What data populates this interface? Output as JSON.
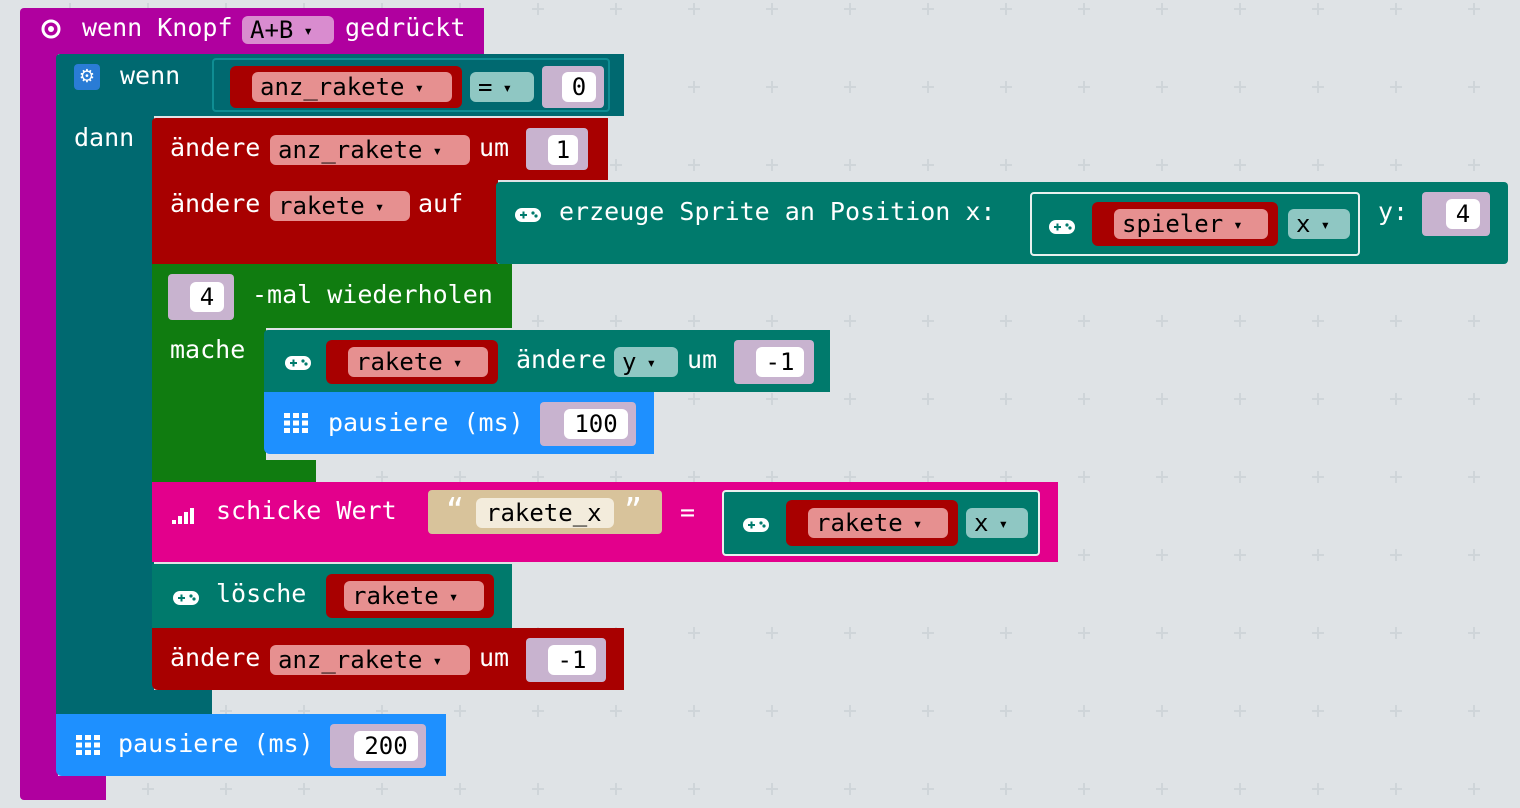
{
  "event": {
    "label_when": "wenn Knopf",
    "button_value": "A+B",
    "label_pressed": "gedrückt"
  },
  "if_block": {
    "label_if": "wenn",
    "label_then": "dann",
    "condition": {
      "variable": "anz_rakete",
      "operator": "=",
      "value": "0"
    }
  },
  "change_count": {
    "label": "ändere",
    "variable": "anz_rakete",
    "label_by": "um",
    "value": "1"
  },
  "set_rocket": {
    "label": "ändere",
    "variable": "rakete",
    "label_to": "auf",
    "create_label": "erzeuge Sprite an Position x:",
    "x_sprite": "spieler",
    "x_prop": "x",
    "y_label": "y:",
    "y_value": "4"
  },
  "repeat": {
    "times": "4",
    "label": "-mal wiederholen",
    "label_do": "mache"
  },
  "move_sprite": {
    "sprite": "rakete",
    "label": "ändere",
    "prop": "y",
    "label_by": "um",
    "value": "-1"
  },
  "pause_inner": {
    "label": "pausiere (ms)",
    "value": "100"
  },
  "send_value": {
    "label": "schicke Wert",
    "open_quote": "“",
    "name": "rakete_x",
    "close_quote": "”",
    "equals": "=",
    "sprite": "rakete",
    "prop": "x"
  },
  "delete_sprite": {
    "label": "lösche",
    "sprite": "rakete"
  },
  "change_count2": {
    "label": "ändere",
    "variable": "anz_rakete",
    "label_by": "um",
    "value": "-1"
  },
  "pause_outer": {
    "label": "pausiere (ms)",
    "value": "200"
  },
  "icons": {
    "event": "radio-target-icon",
    "if": "gear-icon",
    "game": "gamepad-icon",
    "basic": "led-grid-icon",
    "radio": "signal-bars-icon"
  },
  "colors": {
    "event": "#b0009f",
    "logic": "#006970",
    "variables": "#a80000",
    "game": "#007a6c",
    "loops": "#107c10",
    "basic": "#1e90ff",
    "radio": "#e3008c",
    "number_socket": "#c8b3cf"
  }
}
